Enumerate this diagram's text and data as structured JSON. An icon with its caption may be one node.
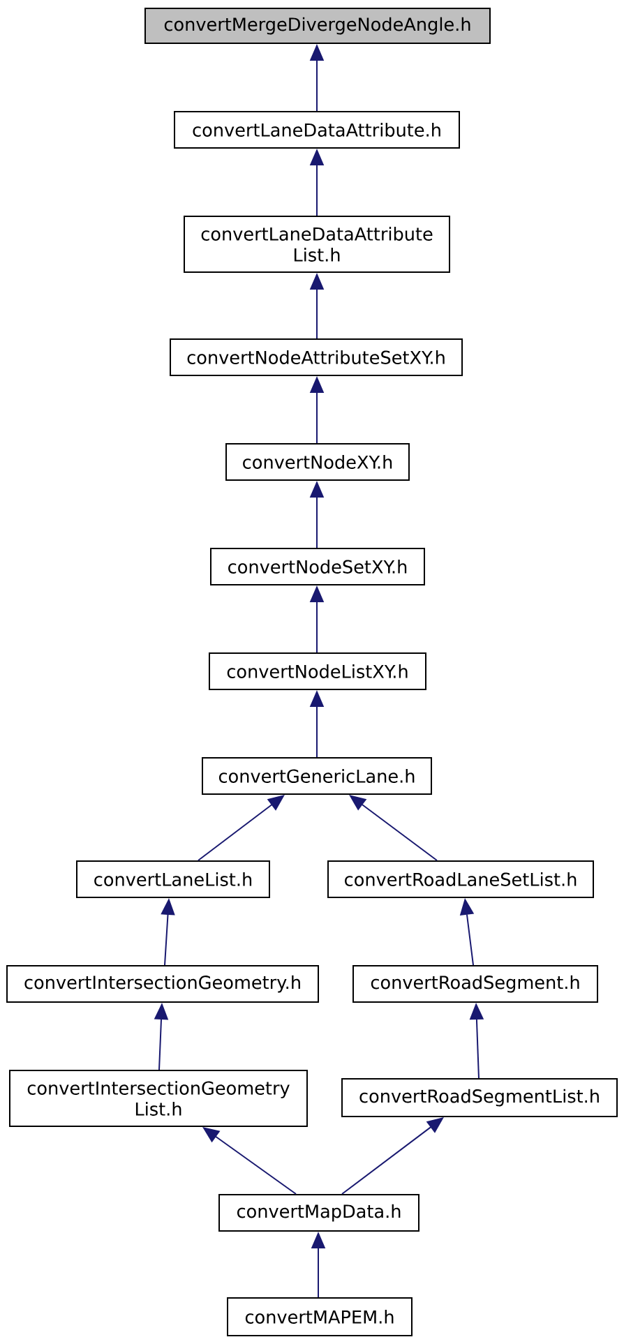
{
  "diagram": {
    "nodes": [
      {
        "text": [
          "convertMergeDivergeNodeAngle.h"
        ]
      },
      {
        "text": [
          "convertLaneDataAttribute.h"
        ]
      },
      {
        "text": [
          "convertLaneDataAttribute List.h"
        ]
      },
      {
        "text": [
          "convertNodeAttributeSetXY.h"
        ]
      },
      {
        "text": [
          "convertNodeXY.h"
        ]
      },
      {
        "text": [
          "convertNodeSetXY.h"
        ]
      },
      {
        "text": [
          "convertNodeListXY.h"
        ]
      },
      {
        "text": [
          "convertGenericLane.h"
        ]
      },
      {
        "text": [
          "convertLaneList.h"
        ]
      },
      {
        "text": [
          "convertRoadLaneSetList.h"
        ]
      },
      {
        "text": [
          "convertIntersectionGeometry.h"
        ]
      },
      {
        "text": [
          "convertRoadSegment.h"
        ]
      },
      {
        "text": [
          "convertIntersectionGeometry List.h"
        ]
      },
      {
        "text": [
          "convertRoadSegmentList.h"
        ]
      },
      {
        "text": [
          "convertMapData.h"
        ]
      },
      {
        "text": [
          "convertMAPEM.h"
        ]
      }
    ],
    "edges": [
      {
        "from": 1,
        "to": 0,
        "arrow": "to"
      },
      {
        "from": 2,
        "to": 1,
        "arrow": "to"
      },
      {
        "from": 3,
        "to": 2,
        "arrow": "to"
      },
      {
        "from": 4,
        "to": 3,
        "arrow": "to"
      },
      {
        "from": 5,
        "to": 4,
        "arrow": "to"
      },
      {
        "from": 6,
        "to": 5,
        "arrow": "to"
      },
      {
        "from": 7,
        "to": 6,
        "arrow": "to"
      },
      {
        "from": 8,
        "to": 7,
        "arrow": "to"
      },
      {
        "from": 9,
        "to": 7,
        "arrow": "to"
      },
      {
        "from": 10,
        "to": 8,
        "arrow": "to"
      },
      {
        "from": 11,
        "to": 9,
        "arrow": "to"
      },
      {
        "from": 12,
        "to": 10,
        "arrow": "to"
      },
      {
        "from": 13,
        "to": 11,
        "arrow": "to"
      },
      {
        "from": 14,
        "to": 12,
        "arrow": "to"
      },
      {
        "from": 14,
        "to": 13,
        "arrow": "to"
      },
      {
        "from": 15,
        "to": 14,
        "arrow": "to"
      }
    ]
  }
}
